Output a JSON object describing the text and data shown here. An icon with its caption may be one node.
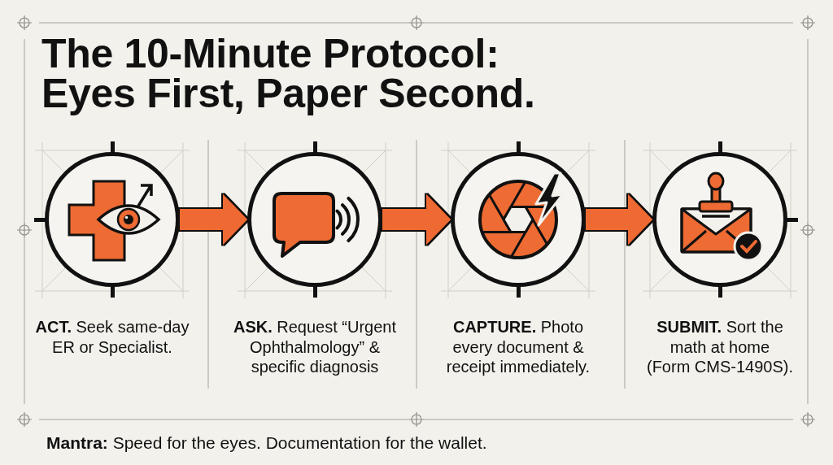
{
  "diagram": {
    "title": "The 10-Minute Protocol: Eyes First, Paper Second.",
    "nodes": [
      {
        "text": [],
        "shape": "circle",
        "beside": [
          "**ACT.** Seek same-day ER or Specialist."
        ]
      },
      {
        "text": [],
        "shape": "circle",
        "beside": [
          "**ASK.** Request “Urgent Ophthalmology” & specific diagnosis"
        ]
      },
      {
        "text": [],
        "shape": "circle",
        "beside": [
          "**CAPTURE.** Photo every document & receipt immediately."
        ]
      },
      {
        "text": [],
        "shape": "circle",
        "beside": [
          "**SUBMIT.** Sort the math at home (Form CMS-1490S)."
        ]
      }
    ],
    "edges": [
      {
        "from": 0,
        "to": 1,
        "arrow": "to"
      },
      {
        "from": 1,
        "to": 2,
        "arrow": "to"
      },
      {
        "from": 2,
        "to": 3,
        "arrow": "to"
      }
    ],
    "labels": [
      "**Mantra:** Speed for the eyes. Documentation for the wallet."
    ]
  }
}
